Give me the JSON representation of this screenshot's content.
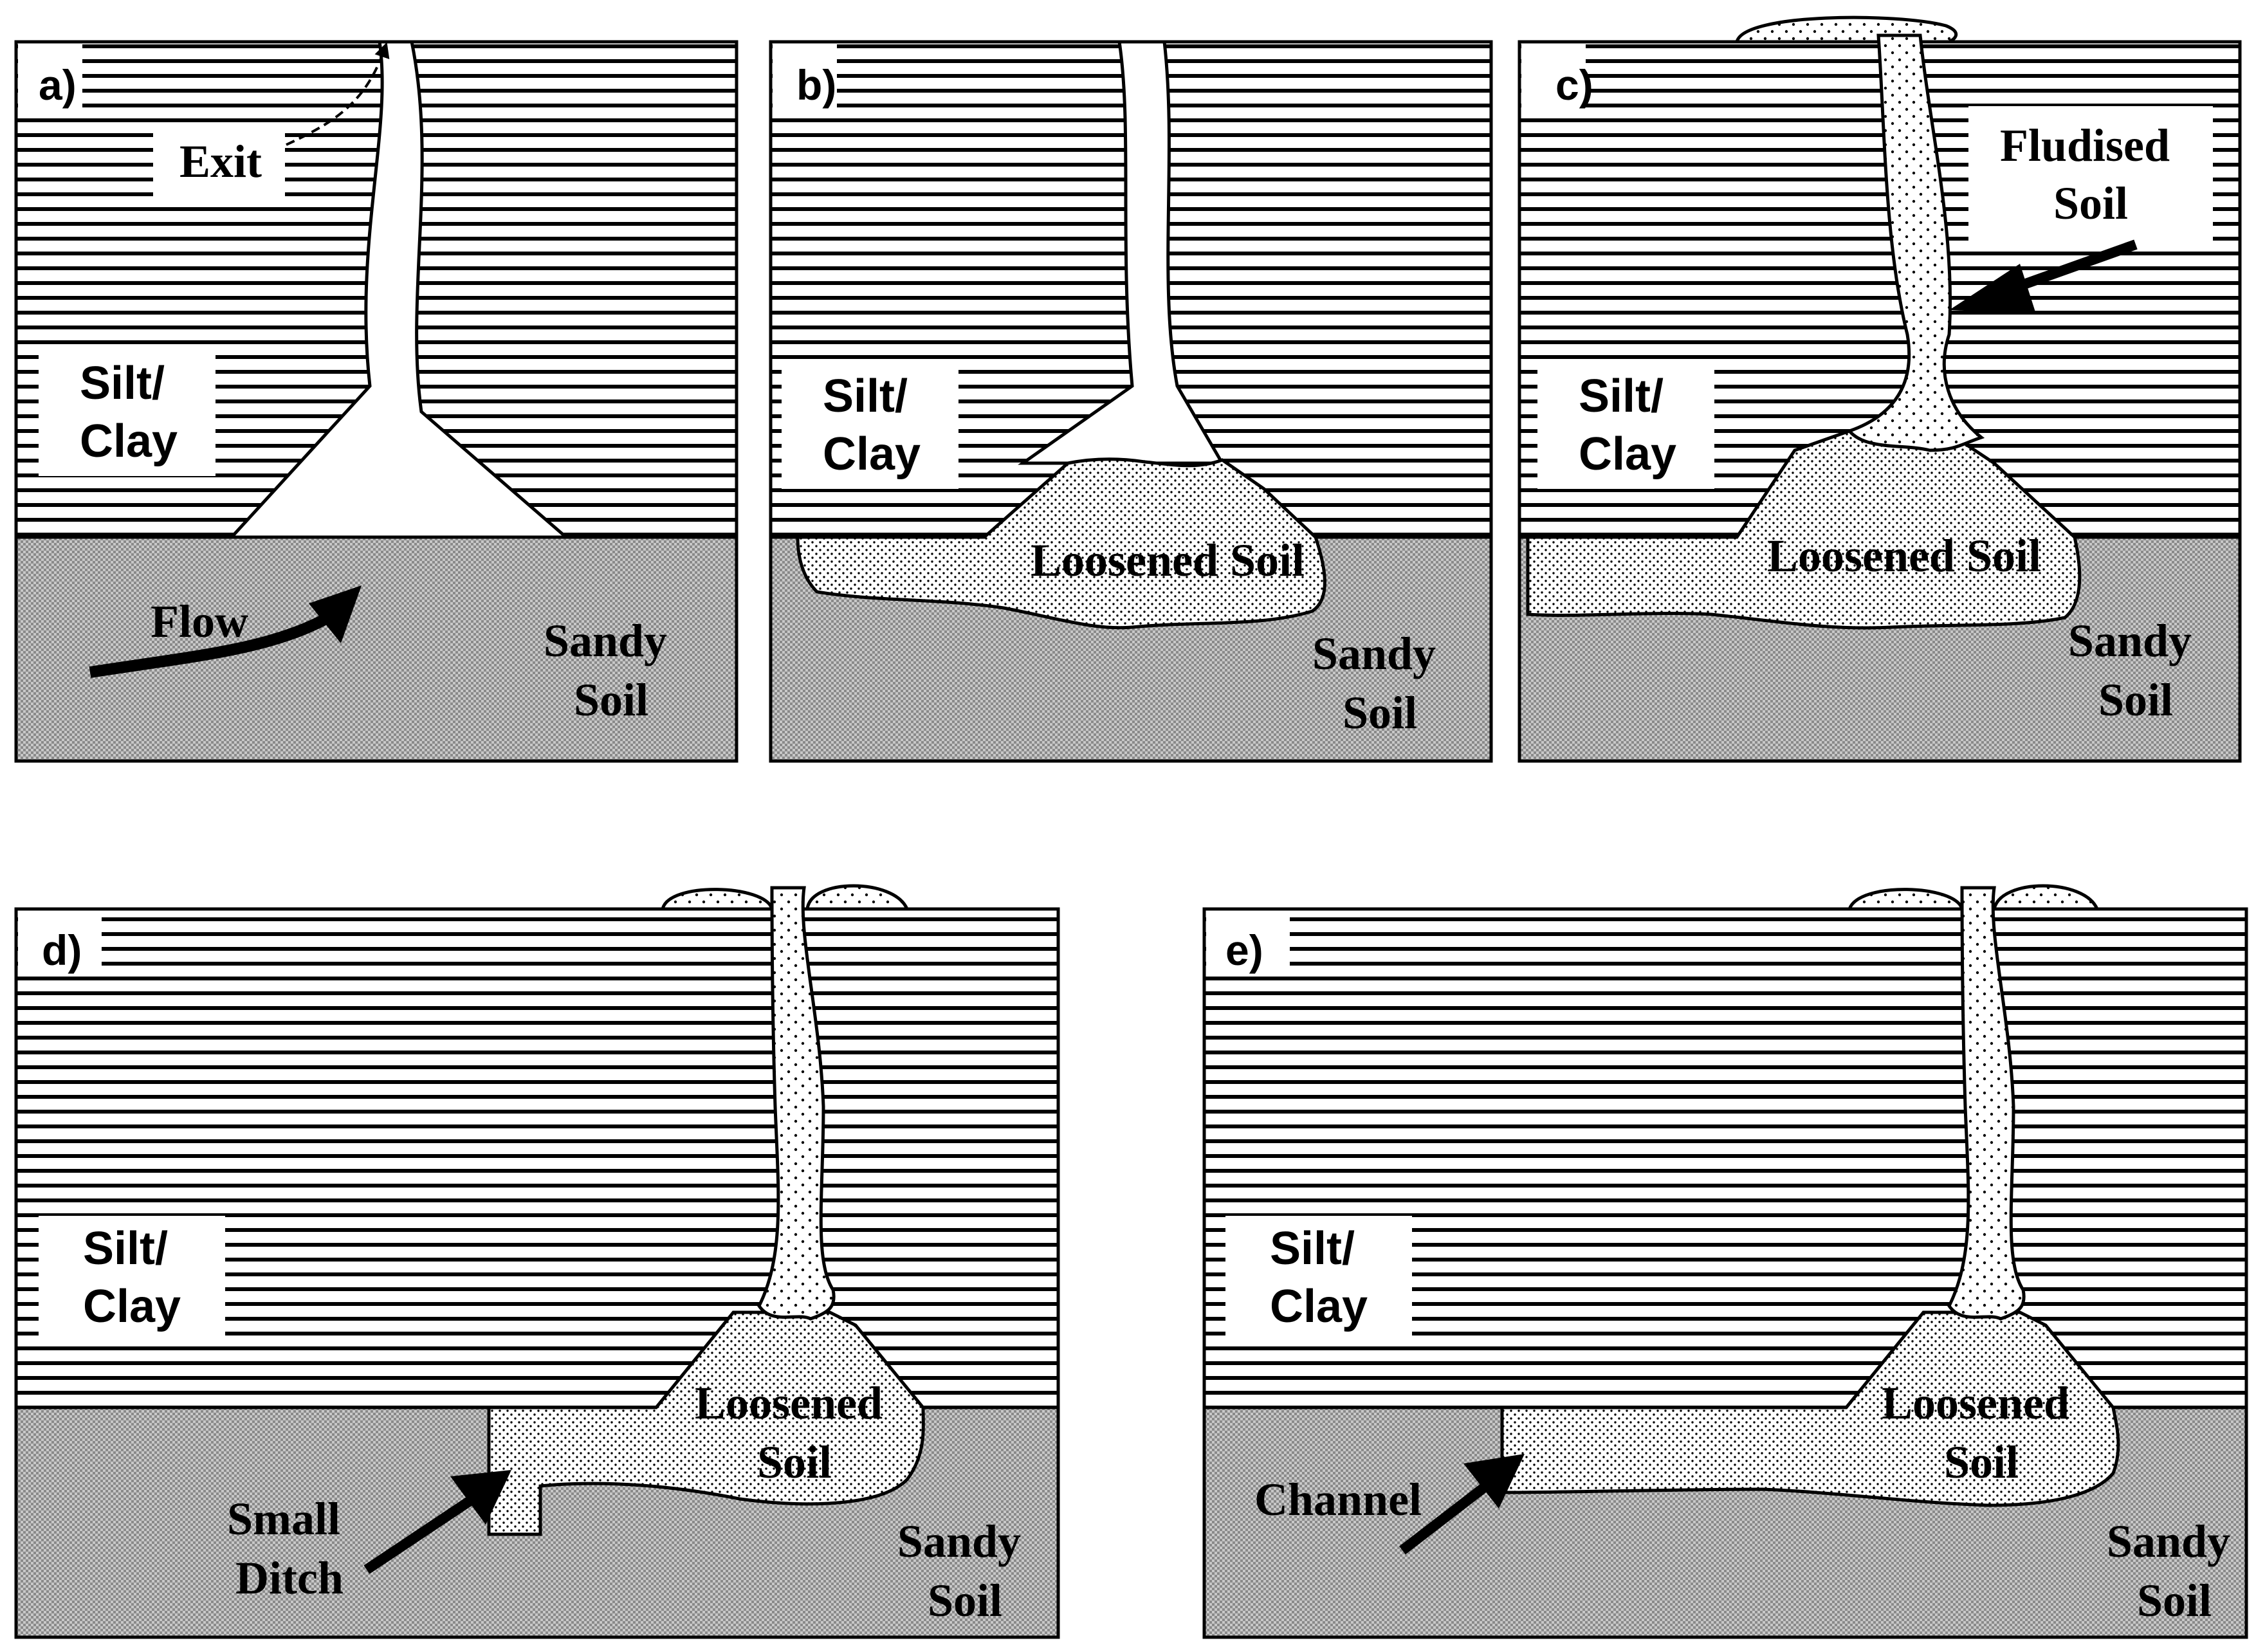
{
  "panels": {
    "a": {
      "tag": "a)",
      "silt_clay": [
        "Silt/",
        "Clay"
      ],
      "sandy_soil": [
        "Sandy",
        "Soil"
      ],
      "flow": "Flow",
      "exit": "Exit"
    },
    "b": {
      "tag": "b)",
      "silt_clay": [
        "Silt/",
        "Clay"
      ],
      "sandy_soil": [
        "Sandy",
        "Soil"
      ],
      "loosened_soil": "Loosened Soil"
    },
    "c": {
      "tag": "c)",
      "silt_clay": [
        "Silt/",
        "Clay"
      ],
      "sandy_soil": [
        "Sandy",
        "Soil"
      ],
      "loosened_soil": "Loosened Soil",
      "fluidised_soil": [
        "Fludised",
        "Soil"
      ]
    },
    "d": {
      "tag": "d)",
      "silt_clay": [
        "Silt/",
        "Clay"
      ],
      "sandy_soil": [
        "Sandy",
        "Soil"
      ],
      "loosened_soil": [
        "Loosened",
        "Soil"
      ],
      "small_ditch": [
        "Small",
        "Ditch"
      ]
    },
    "e": {
      "tag": "e)",
      "silt_clay": [
        "Silt/",
        "Clay"
      ],
      "sandy_soil": [
        "Sandy",
        "Soil"
      ],
      "loosened_soil": [
        "Loosened",
        "Soil"
      ],
      "channel": "Channel"
    }
  },
  "colors": {
    "line": "#000000",
    "background": "#ffffff",
    "sand_fill": "#c8c8c8"
  },
  "icons": [
    "arrow-icon",
    "curved-flow-arrow-icon",
    "pipe-path-icon"
  ]
}
